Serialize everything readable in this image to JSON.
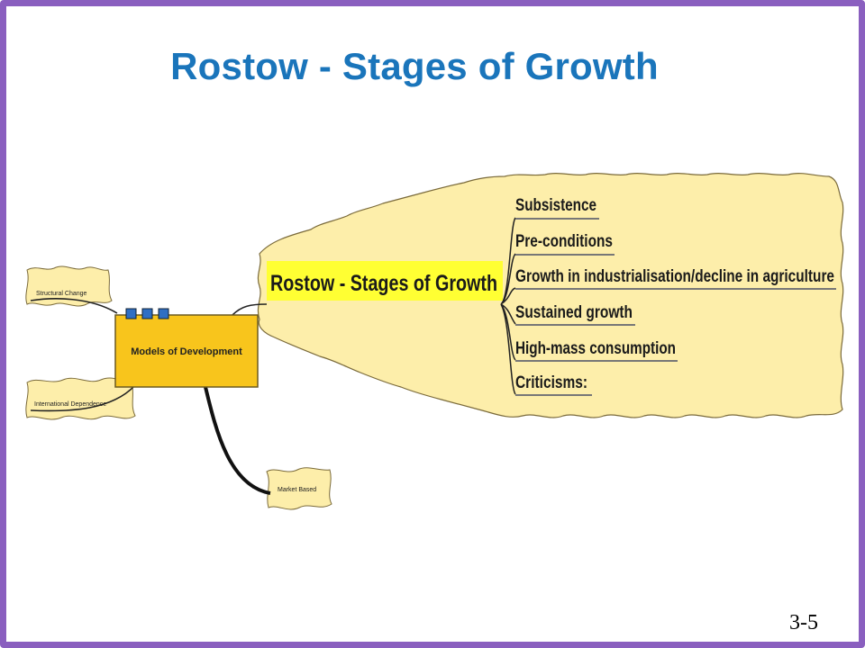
{
  "slide": {
    "title": "Rostow - Stages of Growth",
    "page_number": "3-5"
  },
  "diagram": {
    "central_node": "Models of Development",
    "side_nodes": [
      "Structural Change",
      "International Dependence",
      "Market Based"
    ],
    "focus_node": "Rostow - Stages of Growth",
    "stages": [
      "Subsistence",
      "Pre-conditions",
      "Growth in industrialisation/decline in agriculture",
      "Sustained growth",
      "High-mass consumption",
      "Criticisms:"
    ]
  },
  "colors": {
    "frame": "#8a5fbf",
    "title": "#1a75bb",
    "callout_fill": "#fdeeaa",
    "central_fill": "#f8c51c",
    "focus_highlight": "#ffff33"
  }
}
